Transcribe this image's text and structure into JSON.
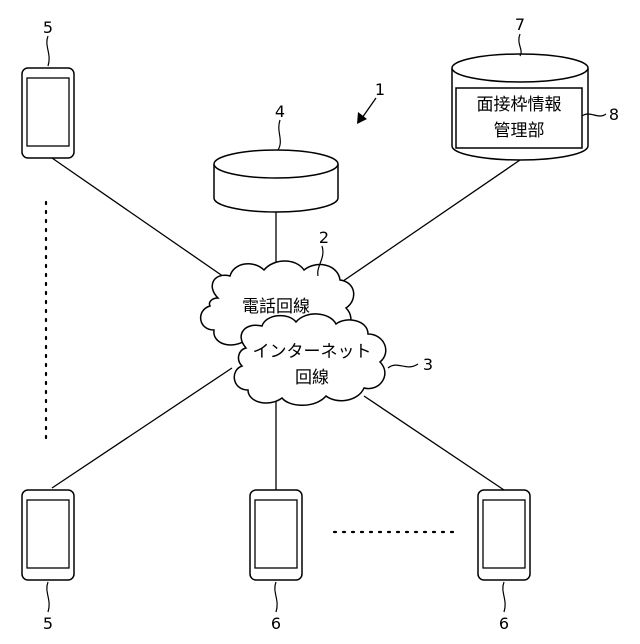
{
  "reference_numerals": {
    "system": "1",
    "telephone_network": "2",
    "internet_network": "3",
    "server": "4",
    "terminal_left_top": "5",
    "terminal_left_bottom": "5",
    "terminal_mid": "6",
    "terminal_right": "6",
    "database": "7",
    "management_unit": "8"
  },
  "labels": {
    "telephone_network": "電話回線",
    "internet_line1": "インターネット",
    "internet_line2": "回線",
    "management_line1": "面接枠情報",
    "management_line2": "管理部"
  },
  "colors": {
    "stroke": "#000000",
    "fill": "#ffffff"
  }
}
